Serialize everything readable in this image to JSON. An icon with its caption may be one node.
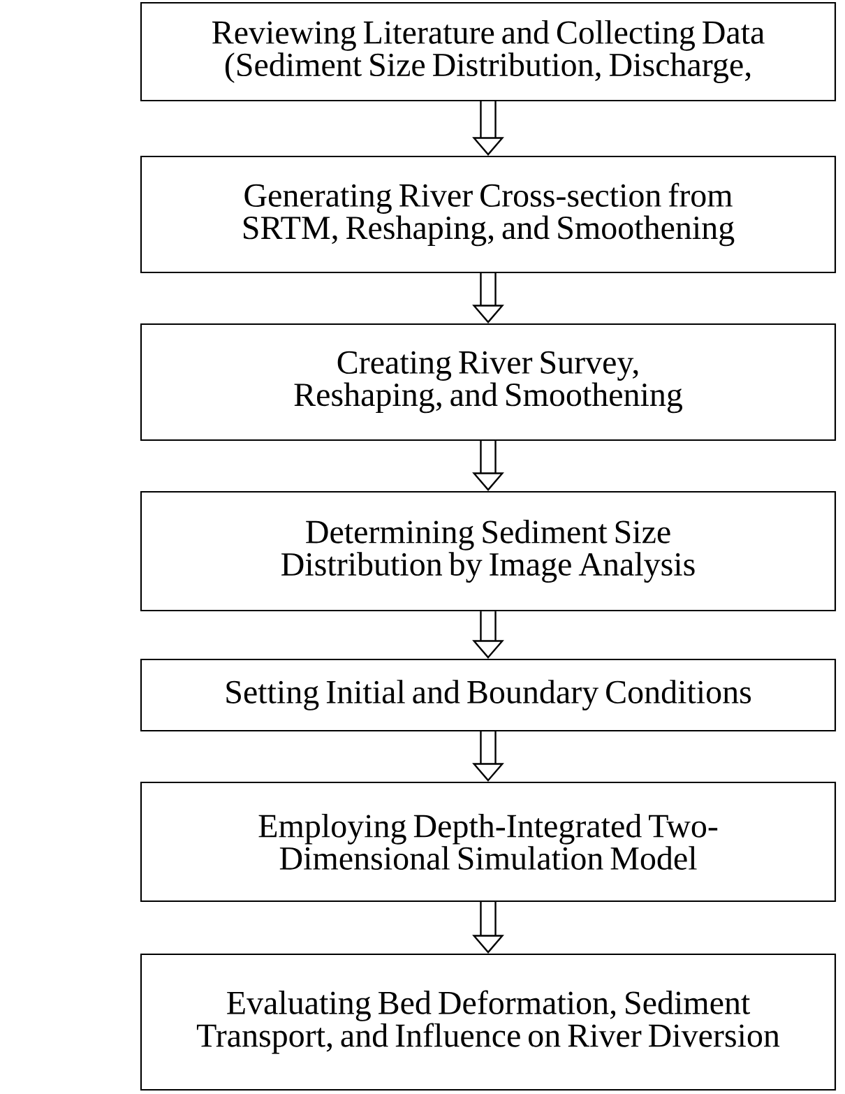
{
  "diagram": {
    "nodes": [
      {
        "text": [
          "Reviewing Literature and Collecting Data (Sediment Size Distribution, Discharge,"
        ]
      },
      {
        "text": [
          "Generating River Cross-section from SRTM, Reshaping, and Smoothening"
        ]
      },
      {
        "text": [
          "Creating River Survey, Reshaping, and Smoothening"
        ]
      },
      {
        "text": [
          "Determining Sediment Size Distribution by Image Analysis"
        ]
      },
      {
        "text": [
          "Setting Initial and Boundary Conditions"
        ]
      },
      {
        "text": [
          "Employing Depth-Integrated Two-Dimensional Simulation Model"
        ]
      },
      {
        "text": [
          "Evaluating Bed Deformation, Sediment Transport, and Influence on River Diversion"
        ]
      }
    ],
    "edges": [
      {
        "from": 0,
        "to": 1,
        "arrow": "to"
      },
      {
        "from": 1,
        "to": 2,
        "arrow": "to"
      },
      {
        "from": 2,
        "to": 3,
        "arrow": "to"
      },
      {
        "from": 3,
        "to": 4,
        "arrow": "to"
      },
      {
        "from": 4,
        "to": 5,
        "arrow": "to"
      },
      {
        "from": 5,
        "to": 6,
        "arrow": "to"
      }
    ]
  }
}
